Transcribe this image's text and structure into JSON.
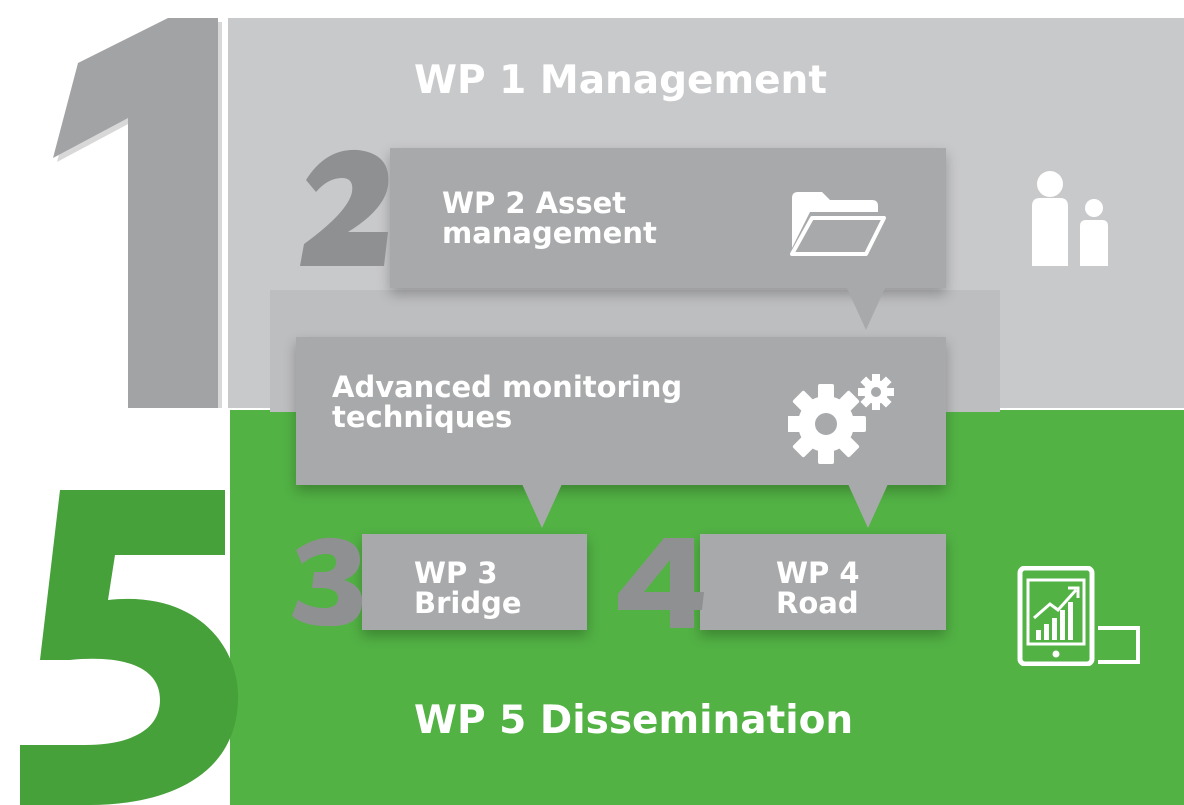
{
  "wp1": {
    "numeral": "1",
    "title": "WP 1 Management"
  },
  "wp2": {
    "numeral": "2",
    "line1": "WP 2 Asset",
    "line2": "management"
  },
  "advanced": {
    "line1": "Advanced monitoring",
    "line2": "techniques"
  },
  "wp3": {
    "numeral": "3",
    "line1": "WP 3",
    "line2": "Bridge"
  },
  "wp4": {
    "numeral": "4",
    "line1": "WP 4",
    "line2": "Road"
  },
  "wp5": {
    "numeral": "5",
    "title": "WP 5 Dissemination"
  },
  "icons": {
    "management": "people-icon",
    "asset": "folder-icon",
    "monitoring": "gears-icon",
    "dissemination": "tablet-chart-icon"
  },
  "colors": {
    "wp1_background": "#c8c9cb",
    "wp5_background": "#52b244",
    "box": "#a8a9ab",
    "numeral": "#8f9092",
    "text": "#ffffff"
  }
}
